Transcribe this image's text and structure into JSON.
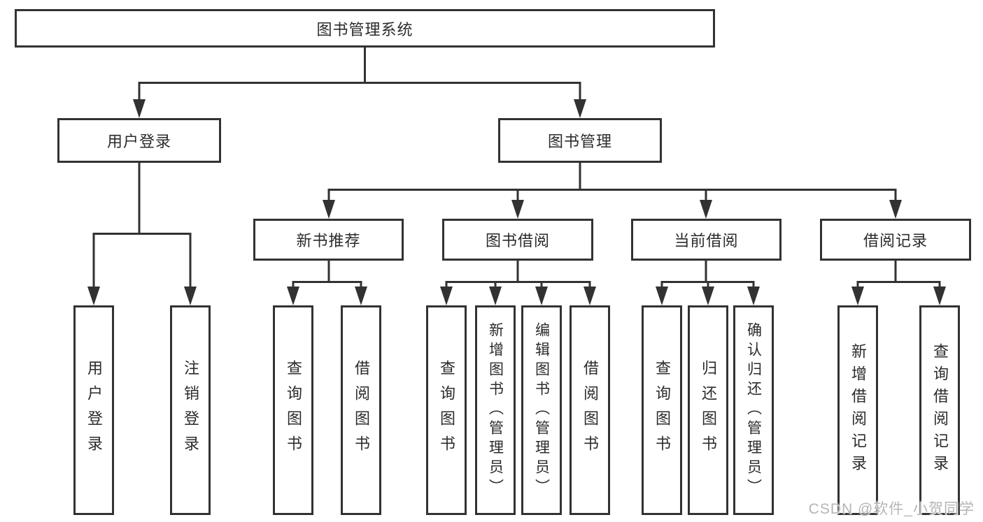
{
  "root": {
    "label": "图书管理系统",
    "children": [
      {
        "label": "用户登录",
        "children": [
          {
            "label": "用户登录"
          },
          {
            "label": "注销登录"
          }
        ]
      },
      {
        "label": "图书管理",
        "children": [
          {
            "label": "新书推荐",
            "children": [
              {
                "label": "查询图书"
              },
              {
                "label": "借阅图书"
              }
            ]
          },
          {
            "label": "图书借阅",
            "children": [
              {
                "label": "查询图书"
              },
              {
                "label": "新增图书（管理员）"
              },
              {
                "label": "编辑图书（管理员）"
              },
              {
                "label": "借阅图书"
              }
            ]
          },
          {
            "label": "当前借阅",
            "children": [
              {
                "label": "查询图书"
              },
              {
                "label": "归还图书"
              },
              {
                "label": "确认归还（管理员）"
              }
            ]
          },
          {
            "label": "借阅记录",
            "children": [
              {
                "label": "新增借阅记录"
              },
              {
                "label": "查询借阅记录"
              }
            ]
          }
        ]
      }
    ]
  },
  "watermark": "CSDN @软件_小贺同学",
  "colors": {
    "line": "#323232",
    "box_border": "#323232",
    "text": "#2b2b2b",
    "watermark": "#b5b5b5",
    "background": "#ffffff"
  }
}
